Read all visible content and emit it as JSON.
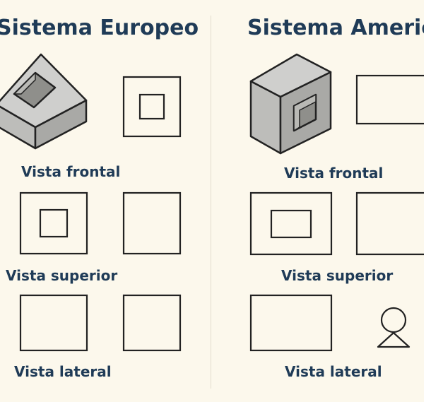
{
  "european": {
    "title": "Sistema Europeo",
    "labels": {
      "front": "Vista frontal",
      "top": "Vista superior",
      "side": "Vista lateral"
    }
  },
  "american": {
    "title": "Sistema Americano",
    "labels": {
      "front": "Vista frontal",
      "top": "Vista superior",
      "side": "Vista lateral"
    }
  },
  "colors": {
    "background": "#fcf8ec",
    "text": "#1f3b57",
    "stroke": "#222222",
    "cube_top": "#cfcfcd",
    "cube_front": "#bdbdba",
    "cube_side": "#a9a9a6",
    "hole": "#8f8f8b"
  }
}
